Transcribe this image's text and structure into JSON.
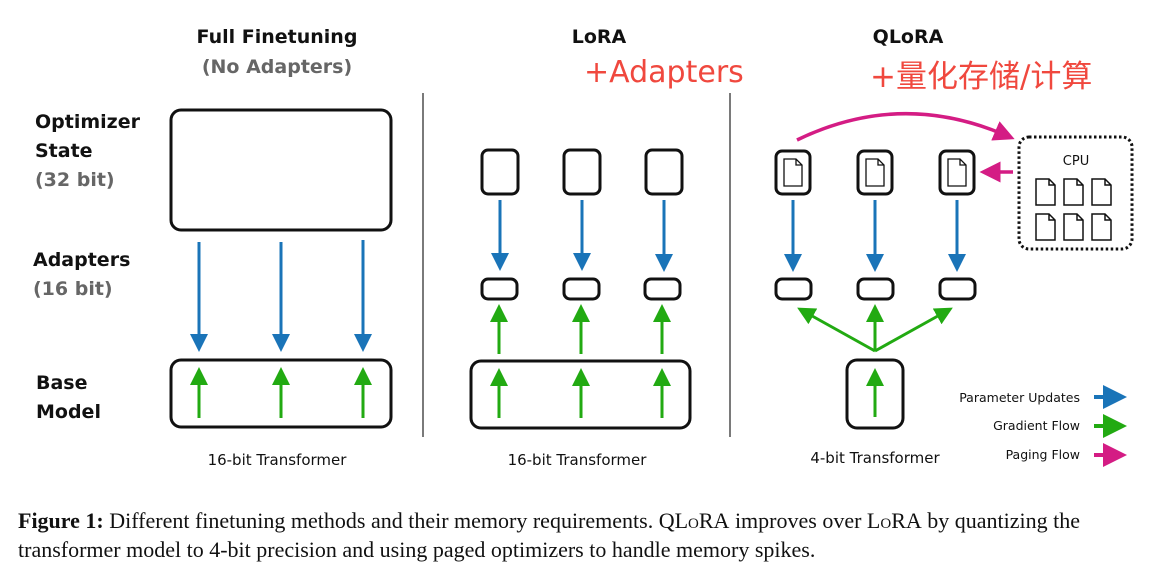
{
  "columns": {
    "full": {
      "title": "Full Finetuning",
      "subtitle": "(No Adapters)",
      "footer": "16-bit Transformer"
    },
    "lora": {
      "title": "LoRA",
      "annotation": "+Adapters",
      "footer": "16-bit Transformer"
    },
    "qlora": {
      "title": "QLoRA",
      "annotation": "+量化存储/计算",
      "footer": "4-bit Transformer",
      "cpu_label": "CPU"
    }
  },
  "row_labels": {
    "optimizer": {
      "line1": "Optimizer",
      "line2": "State",
      "bits": "(32 bit)"
    },
    "adapters": {
      "line1": "Adapters",
      "bits": "(16 bit)"
    },
    "base": {
      "line1": "Base",
      "line2": "Model"
    }
  },
  "legend": {
    "items": [
      {
        "label": "Parameter Updates",
        "color": "#1a74b8"
      },
      {
        "label": "Gradient Flow",
        "color": "#22aa12"
      },
      {
        "label": "Paging Flow",
        "color": "#d41c84"
      }
    ]
  },
  "colors": {
    "update": "#1a74b8",
    "gradient": "#22aa12",
    "paging": "#d41c84",
    "annotation": "#f0483e",
    "subtle": "#666666"
  },
  "caption": {
    "label": "Figure 1:",
    "text1": " Different finetuning methods and their memory requirements. ",
    "qlora_q": "Q",
    "qlora_rest": "LoRA",
    "text2": " improves over ",
    "lora_l": "L",
    "lora_rest": "oRA",
    "text3": " by quantizing the transformer model to 4-bit precision and using paged optimizers to handle memory spikes."
  }
}
